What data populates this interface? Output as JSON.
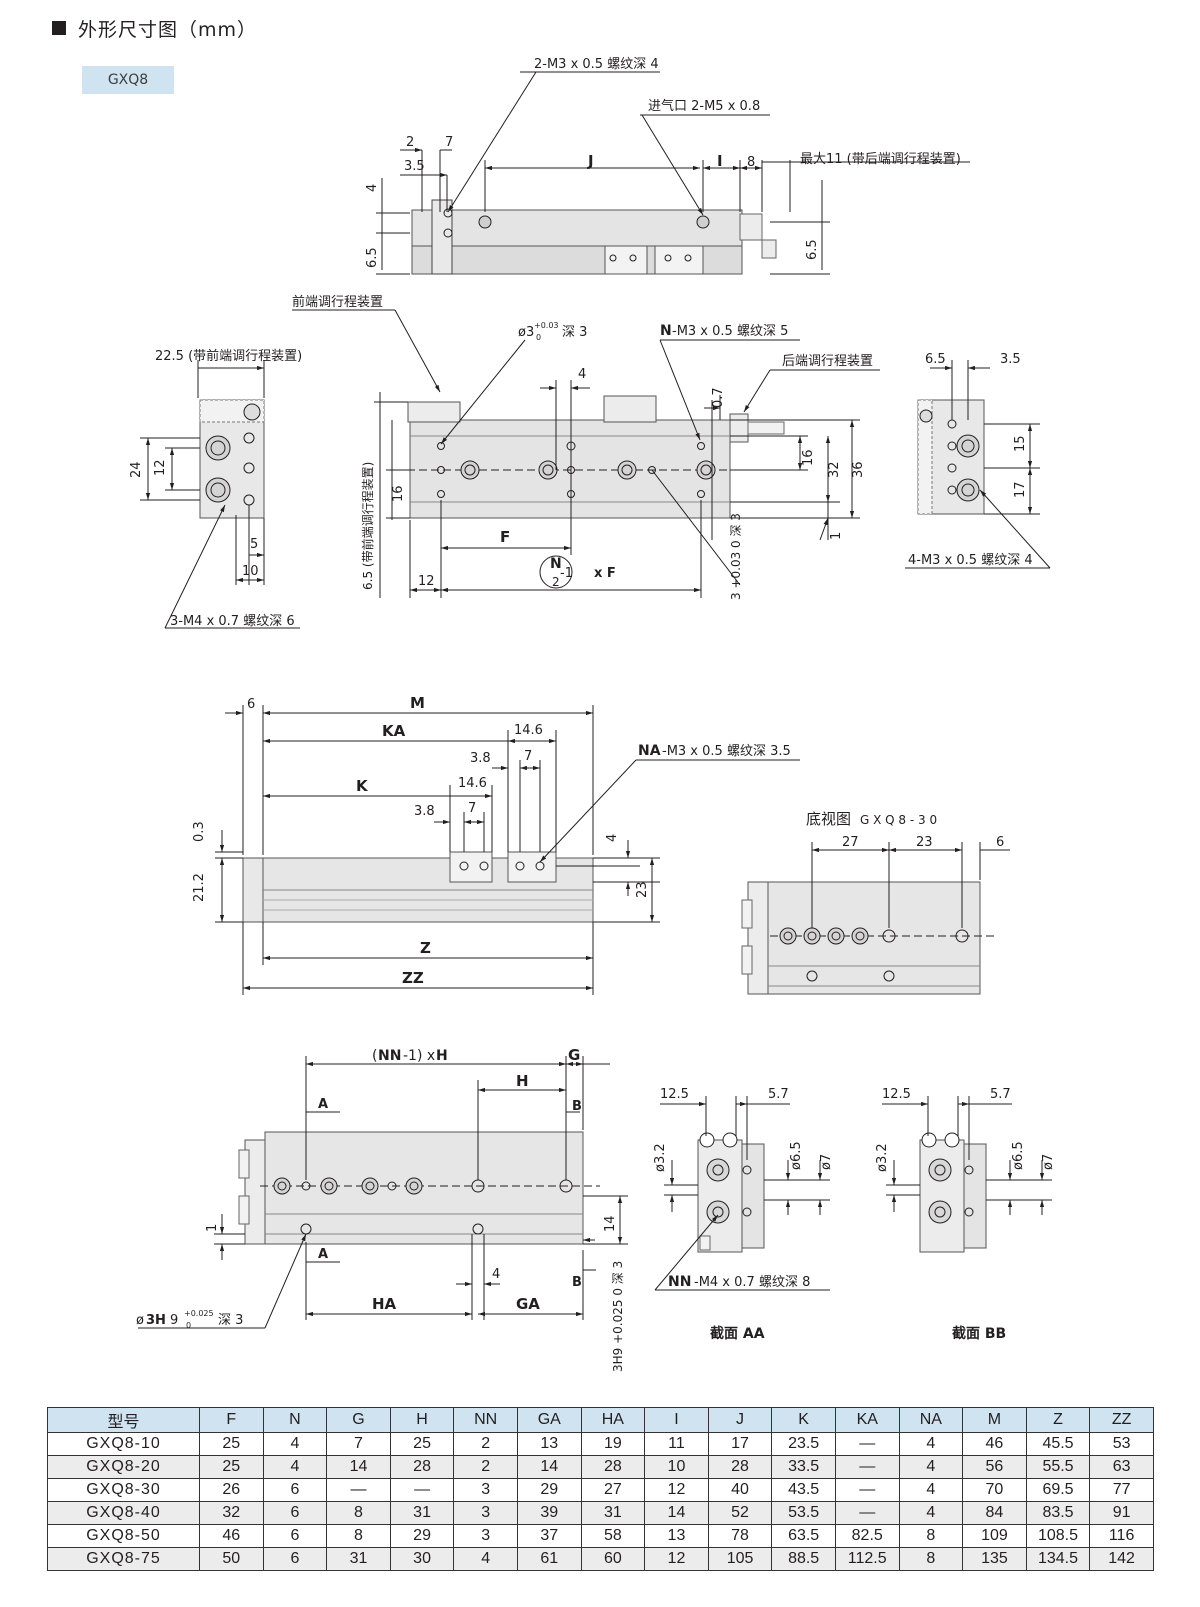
{
  "header": {
    "title": "外形尺寸图（mm）"
  },
  "model_tag": "GXQ8",
  "drawing_labels": {
    "top_view": {
      "tap_note": "2-M3 x 0.5 螺纹深 4",
      "port_note": "进气口 2-M5 x 0.8",
      "max_note": "最大11 (带后端调行程装置)",
      "dims": [
        "2",
        "7",
        "3.5",
        "J",
        "I",
        "8",
        "4",
        "6.5",
        "6.5"
      ]
    },
    "front_view": {
      "front_adjuster": "前端调行程装置",
      "rear_adjuster": "后端调行程装置",
      "hole_note": "ø3",
      "hole_tol_upper": "+0.03",
      "hole_tol_lower": "0",
      "hole_depth": "深 3",
      "n_tap_bold": "N",
      "n_tap_note": "-M3 x 0.5 螺纹深  5",
      "front_adjust_vertical": "6.5 (带前端调行程装置)",
      "dims": [
        "4",
        "0.7",
        "16",
        "32",
        "36",
        "16",
        "1",
        "F",
        "12"
      ],
      "pitch_n": "N",
      "pitch_den": "2",
      "pitch_rest": "-1",
      "pitch_times": "x F",
      "depth_note": "3 +0.03 0 深 3"
    },
    "left_view": {
      "adjust_note": "22.5 (带前端调行程装置)",
      "tap_note": "3-M4 x 0.7 螺纹深 6",
      "dims": [
        "24",
        "12",
        "5",
        "10"
      ]
    },
    "right_view": {
      "tap_note": "4-M3 x 0.5 螺纹深 4",
      "dims": [
        "6.5",
        "3.5",
        "15",
        "17"
      ]
    },
    "side_view": {
      "na_bold": "NA",
      "na_note": "-M3 x 0.5 螺纹深 3.5",
      "dims": [
        "6",
        "M",
        "KA",
        "14.6",
        "3.8",
        "7",
        "K",
        "14.6",
        "3.8",
        "7",
        "0.3",
        "21.2",
        "4",
        "23",
        "Z",
        "ZZ"
      ]
    },
    "bottom_view": {
      "title": "底视图",
      "subtitle": "G X Q 8 - 3 0",
      "dims": [
        "27",
        "23",
        "6"
      ]
    },
    "lower_view": {
      "nn_bold": "NN",
      "nnh_rest": "-1) x",
      "h_bold": "H",
      "g_label": "G",
      "a_label": "A",
      "b_label": "B",
      "dims": [
        "H",
        "14",
        "1",
        "4",
        "HA",
        "GA"
      ],
      "hole_prefix": "ø",
      "hole_bold": "3H",
      "hole_grade": "9",
      "hole_tol_upper": "+0.025",
      "hole_tol_lower": "0",
      "hole_depth": "深 3",
      "vertical_note": "3H9 +0.025 0 深 3"
    },
    "section_aa": {
      "title": "截面 AA",
      "dims": [
        "12.5",
        "5.7",
        "ø3.2",
        "ø6.5",
        "ø7"
      ],
      "tap_bold": "NN",
      "tap_note": "-M4 x 0.7  螺纹深  8"
    },
    "section_bb": {
      "title": "截面 BB",
      "dims": [
        "12.5",
        "5.7",
        "ø3.2",
        "ø6.5",
        "ø7"
      ]
    }
  },
  "spec_table": {
    "headers": [
      "型号",
      "F",
      "N",
      "G",
      "H",
      "NN",
      "GA",
      "HA",
      "I",
      "J",
      "K",
      "KA",
      "NA",
      "M",
      "Z",
      "ZZ"
    ],
    "rows": [
      [
        "GXQ8-10",
        "25",
        "4",
        "7",
        "25",
        "2",
        "13",
        "19",
        "11",
        "17",
        "23.5",
        "—",
        "4",
        "46",
        "45.5",
        "53"
      ],
      [
        "GXQ8-20",
        "25",
        "4",
        "14",
        "28",
        "2",
        "14",
        "28",
        "10",
        "28",
        "33.5",
        "—",
        "4",
        "56",
        "55.5",
        "63"
      ],
      [
        "GXQ8-30",
        "26",
        "6",
        "—",
        "—",
        "3",
        "29",
        "27",
        "12",
        "40",
        "43.5",
        "—",
        "4",
        "70",
        "69.5",
        "77"
      ],
      [
        "GXQ8-40",
        "32",
        "6",
        "8",
        "31",
        "3",
        "39",
        "31",
        "14",
        "52",
        "53.5",
        "—",
        "4",
        "84",
        "83.5",
        "91"
      ],
      [
        "GXQ8-50",
        "46",
        "6",
        "8",
        "29",
        "3",
        "37",
        "58",
        "13",
        "78",
        "63.5",
        "82.5",
        "8",
        "109",
        "108.5",
        "116"
      ],
      [
        "GXQ8-75",
        "50",
        "6",
        "31",
        "30",
        "4",
        "61",
        "60",
        "12",
        "105",
        "88.5",
        "112.5",
        "8",
        "135",
        "134.5",
        "142"
      ]
    ]
  }
}
